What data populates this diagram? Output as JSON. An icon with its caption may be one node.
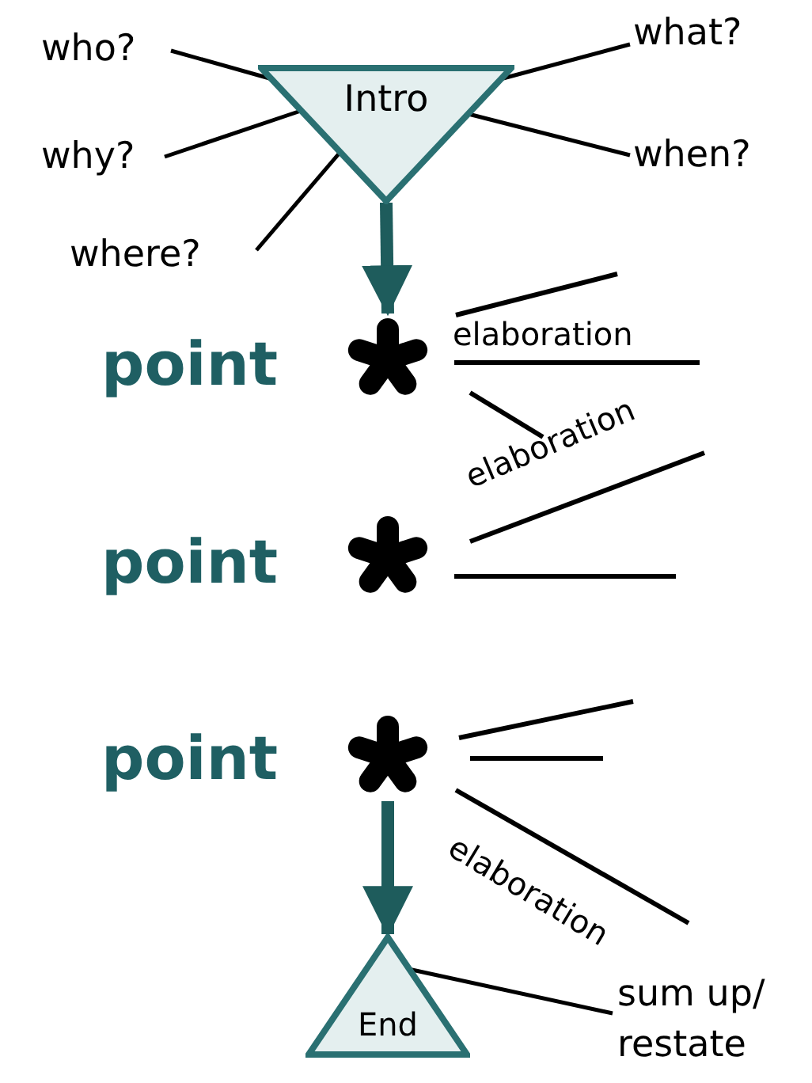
{
  "diagram": {
    "nodes": [
      {
        "text": [
          "Intro"
        ]
      },
      {
        "text": [
          "who?"
        ]
      },
      {
        "text": [
          "what?"
        ]
      },
      {
        "text": [
          "why?"
        ]
      },
      {
        "text": [
          "when?"
        ]
      },
      {
        "text": [
          "where?"
        ]
      },
      {
        "text": [],
        "shape": "asterisk",
        "beside": [
          "point"
        ]
      },
      {
        "text": [],
        "shape": "asterisk",
        "beside": [
          "point"
        ]
      },
      {
        "text": [],
        "shape": "asterisk",
        "beside": [
          "point"
        ]
      },
      {
        "text": [
          "End"
        ]
      },
      {
        "text": [
          "sum up/ restate"
        ]
      }
    ],
    "edges": [
      {
        "from": 1,
        "to": 0,
        "arrow": "none"
      },
      {
        "from": 2,
        "to": 0,
        "arrow": "none"
      },
      {
        "from": 3,
        "to": 0,
        "arrow": "none"
      },
      {
        "from": 4,
        "to": 0,
        "arrow": "none"
      },
      {
        "from": 5,
        "to": 0,
        "arrow": "none"
      },
      {
        "from": 0,
        "to": 6,
        "arrow": "to",
        "style": "thick",
        "color": "#1e5c5c"
      },
      {
        "from": 8,
        "to": 9,
        "arrow": "to",
        "style": "thick",
        "color": "#1e5c5c"
      },
      {
        "from": 10,
        "to": 9,
        "arrow": "none"
      }
    ],
    "labels": [
      "elaboration",
      "elaboration",
      "elaboration"
    ]
  }
}
